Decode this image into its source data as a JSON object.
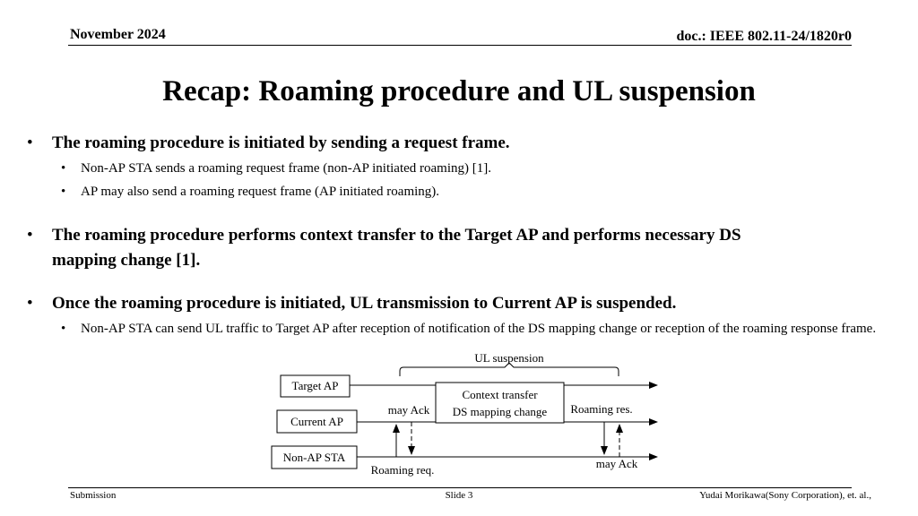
{
  "header": {
    "date": "November 2024",
    "doc": "doc.: IEEE 802.11-24/1820r0"
  },
  "title": "Recap: Roaming procedure and UL suspension",
  "bullets": [
    {
      "text": "The roaming procedure is initiated by sending a request frame.",
      "subs": [
        "Non-AP STA sends a roaming request frame (non-AP initiated roaming) [1].",
        "AP may also send a roaming request frame (AP initiated roaming)."
      ]
    },
    {
      "text_line1": "The roaming procedure performs context transfer to the Target AP and performs necessary DS",
      "text_line2": "mapping change [1].",
      "subs": []
    },
    {
      "text": "Once the roaming procedure is initiated, UL transmission to Current AP is suspended.",
      "subs": [
        "Non-AP STA can send UL traffic to Target AP after reception of  notification of the DS mapping change or reception of the roaming response frame."
      ]
    }
  ],
  "diagram": {
    "ul_suspension": "UL suspension",
    "target_ap": "Target AP",
    "current_ap": "Current AP",
    "non_ap_sta": "Non-AP STA",
    "context_line1": "Context transfer",
    "context_line2": "DS mapping change",
    "may_ack_left": "may Ack",
    "roaming_res": "Roaming res.",
    "roaming_req": "Roaming req.",
    "may_ack_right": "may Ack"
  },
  "footer": {
    "left": "Submission",
    "center": "Slide 3",
    "right": "Yudai Morikawa(Sony Corporation), et. al.,"
  }
}
